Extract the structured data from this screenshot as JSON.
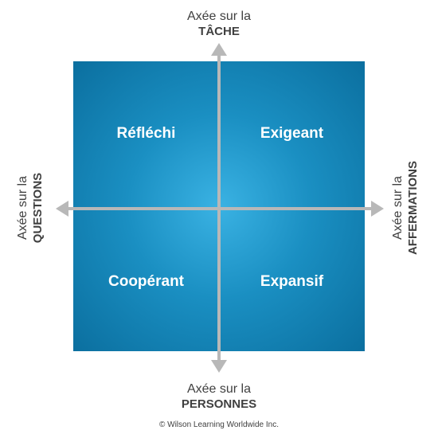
{
  "quadrants": {
    "top_left": "Réfléchi",
    "top_right": "Exigeant",
    "bottom_left": "Coopérant",
    "bottom_right": "Expansif"
  },
  "axes": {
    "top": {
      "line1": "Axée sur la",
      "line2": "TÂCHE"
    },
    "bottom": {
      "line1": "Axée sur la",
      "line2": "PERSONNES"
    },
    "left": {
      "line1": "Axée sur la",
      "line2": "QUESTIONS"
    },
    "right": {
      "line1": "Axée sur la",
      "line2": "AFFERMATIONS"
    }
  },
  "copyright": "© Wilson Learning Worldwide Inc.",
  "colors": {
    "square_light": "#3ab2e3",
    "square_dark": "#0b6f9f",
    "axis": "#b8b8b8"
  }
}
